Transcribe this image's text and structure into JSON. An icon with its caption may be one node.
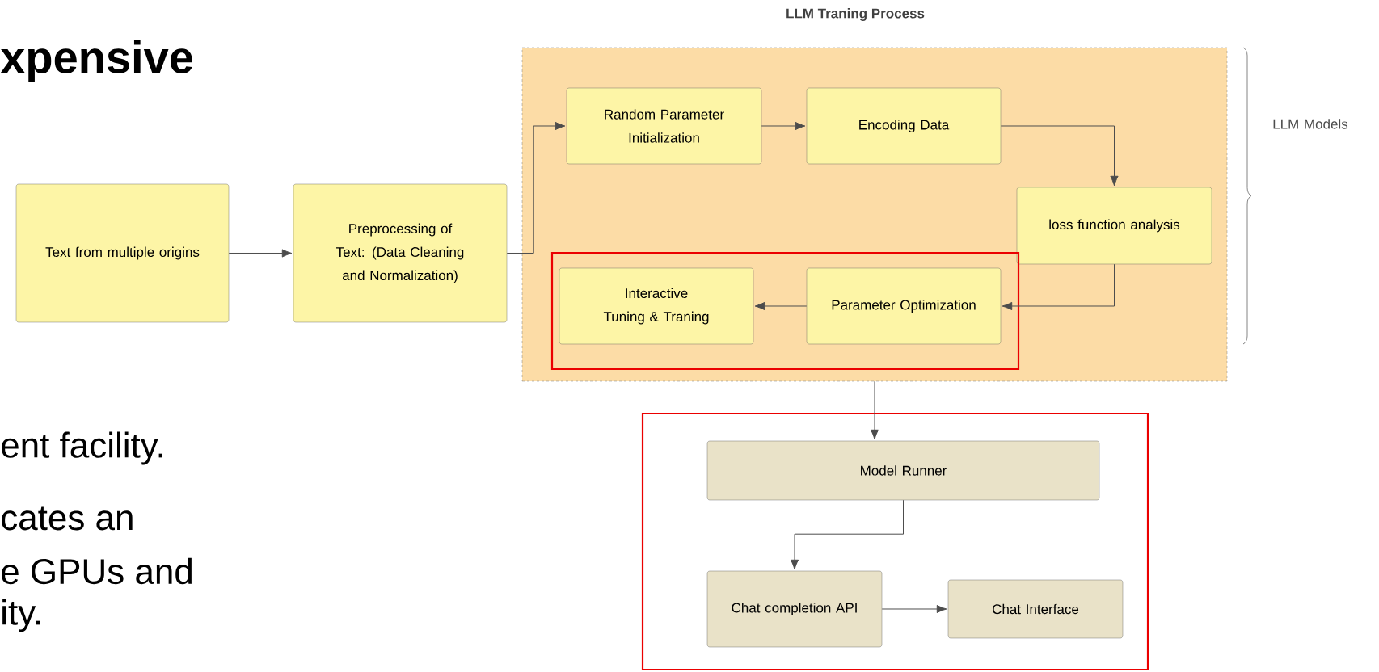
{
  "diagram": {
    "nodes": [
      {
        "text": [
          "Text from multiple origins"
        ]
      },
      {
        "text": [
          "Preprocessing of Text: (Data Cleaning and Normalization)"
        ]
      },
      {
        "text": [
          "LLM Traning Process"
        ]
      },
      {
        "text": [
          "Random Parameter Initialization"
        ],
        "in": 2
      },
      {
        "text": [
          "Encoding Data"
        ],
        "in": 2
      },
      {
        "text": [
          "loss function analysis"
        ],
        "in": 2
      },
      {
        "text": [],
        "shape": "box",
        "in": 2
      },
      {
        "text": [
          "Interactive Tuning & Traning"
        ],
        "in": 6
      },
      {
        "text": [
          "Parameter Optimization"
        ],
        "in": 6
      },
      {
        "text": [],
        "shape": "box"
      },
      {
        "text": [
          "Model Runner"
        ],
        "in": 9
      },
      {
        "text": [
          "Chat completion API"
        ],
        "in": 9
      },
      {
        "text": [
          "Chat Interface"
        ],
        "in": 9
      }
    ],
    "edges": [
      {
        "from": 0,
        "to": 1,
        "arrow": "to"
      },
      {
        "from": 1,
        "to": 3,
        "arrow": "to"
      },
      {
        "from": 3,
        "to": 4,
        "arrow": "to"
      },
      {
        "from": 4,
        "to": 5,
        "arrow": "to"
      },
      {
        "from": 5,
        "to": 8,
        "arrow": "to"
      },
      {
        "from": 8,
        "to": 7,
        "arrow": "to"
      },
      {
        "from": 2,
        "to": 10,
        "arrow": "to"
      },
      {
        "from": 10,
        "to": 11,
        "arrow": "to"
      },
      {
        "from": 11,
        "to": 12,
        "arrow": "to"
      }
    ],
    "labels": [
      "xpensive",
      "ent facility.",
      "cates an",
      "e GPUs and",
      "ity.",
      "LLM Models"
    ]
  }
}
